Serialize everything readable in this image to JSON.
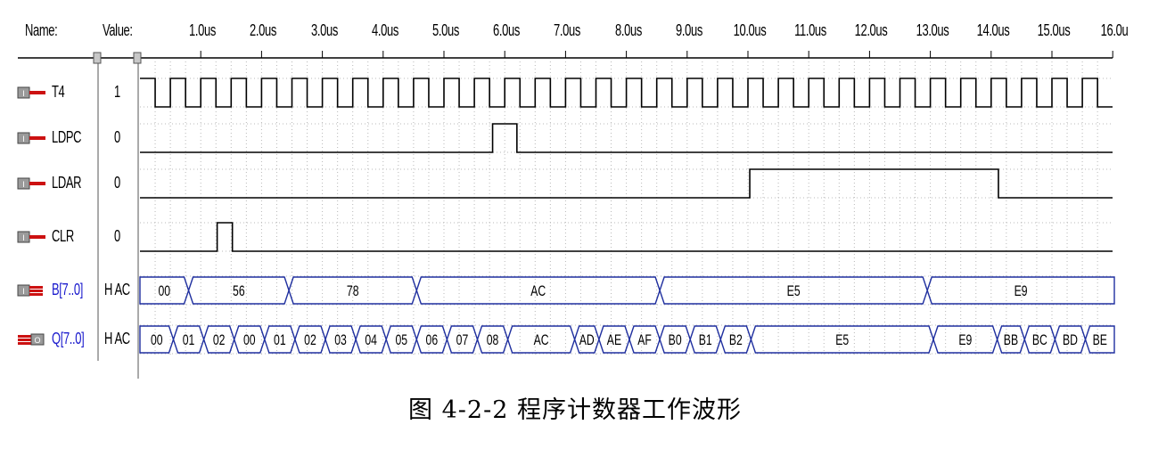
{
  "header": {
    "name_label": "Name:",
    "value_label": "Value:"
  },
  "time_axis": {
    "unit": "us",
    "range_us": [
      0,
      16.0
    ],
    "labels": [
      "1.0us",
      "2.0us",
      "3.0us",
      "4.0us",
      "5.0us",
      "6.0us",
      "7.0us",
      "8.0us",
      "9.0us",
      "10.0us",
      "11.0us",
      "12.0us",
      "13.0us",
      "14.0us",
      "15.0us",
      "16.0u"
    ]
  },
  "signals": [
    {
      "name": "T4",
      "value": "1",
      "kind": "input",
      "type": "clock",
      "period_us": 0.5,
      "high_first_us": 0.25
    },
    {
      "name": "LDPC",
      "value": "0",
      "kind": "input",
      "type": "pulse",
      "pulses_us": [
        [
          5.8,
          6.2
        ]
      ]
    },
    {
      "name": "LDAR",
      "value": "0",
      "kind": "input",
      "type": "pulse",
      "pulses_us": [
        [
          10.03,
          14.12
        ]
      ]
    },
    {
      "name": "CLR",
      "value": "0",
      "kind": "input",
      "type": "pulse",
      "pulses_us": [
        [
          1.27,
          1.52
        ]
      ]
    },
    {
      "name": "B[7..0]",
      "value": "H AC",
      "kind": "input-bus",
      "type": "bus",
      "segments": [
        {
          "start_us": 0.0,
          "end_us": 0.8,
          "label": "00"
        },
        {
          "start_us": 0.8,
          "end_us": 2.45,
          "label": "56"
        },
        {
          "start_us": 2.45,
          "end_us": 4.55,
          "label": "78"
        },
        {
          "start_us": 4.55,
          "end_us": 8.55,
          "label": "AC"
        },
        {
          "start_us": 8.55,
          "end_us": 12.95,
          "label": "E5"
        },
        {
          "start_us": 12.95,
          "end_us": 16.2,
          "label": "E9"
        }
      ]
    },
    {
      "name": "Q[7..0]",
      "value": "H AC",
      "kind": "output-bus",
      "type": "bus",
      "segments": [
        {
          "start_us": 0.0,
          "end_us": 0.55,
          "label": "00"
        },
        {
          "start_us": 0.55,
          "end_us": 1.05,
          "label": "01"
        },
        {
          "start_us": 1.05,
          "end_us": 1.55,
          "label": "02"
        },
        {
          "start_us": 1.55,
          "end_us": 2.05,
          "label": "00"
        },
        {
          "start_us": 2.05,
          "end_us": 2.55,
          "label": "01"
        },
        {
          "start_us": 2.55,
          "end_us": 3.05,
          "label": "02"
        },
        {
          "start_us": 3.05,
          "end_us": 3.55,
          "label": "03"
        },
        {
          "start_us": 3.55,
          "end_us": 4.05,
          "label": "04"
        },
        {
          "start_us": 4.05,
          "end_us": 4.55,
          "label": "05"
        },
        {
          "start_us": 4.55,
          "end_us": 5.05,
          "label": "06"
        },
        {
          "start_us": 5.05,
          "end_us": 5.55,
          "label": "07"
        },
        {
          "start_us": 5.55,
          "end_us": 6.05,
          "label": "08"
        },
        {
          "start_us": 6.05,
          "end_us": 7.15,
          "label": "AC"
        },
        {
          "start_us": 7.15,
          "end_us": 7.55,
          "label": "AD"
        },
        {
          "start_us": 7.55,
          "end_us": 8.05,
          "label": "AE"
        },
        {
          "start_us": 8.05,
          "end_us": 8.55,
          "label": "AF"
        },
        {
          "start_us": 8.55,
          "end_us": 9.05,
          "label": "B0"
        },
        {
          "start_us": 9.05,
          "end_us": 9.55,
          "label": "B1"
        },
        {
          "start_us": 9.55,
          "end_us": 10.05,
          "label": "B2"
        },
        {
          "start_us": 10.05,
          "end_us": 13.05,
          "label": "E5"
        },
        {
          "start_us": 13.05,
          "end_us": 14.1,
          "label": "E9"
        },
        {
          "start_us": 14.1,
          "end_us": 14.55,
          "label": "BB"
        },
        {
          "start_us": 14.55,
          "end_us": 15.05,
          "label": "BC"
        },
        {
          "start_us": 15.05,
          "end_us": 15.55,
          "label": "BD"
        },
        {
          "start_us": 15.55,
          "end_us": 16.2,
          "label": "BE"
        }
      ]
    }
  ],
  "colors": {
    "input_signal_text": "#000000",
    "bus_input_text": "#1a1acd",
    "bus_output_text": "#1a1acd",
    "bus_outline": "#1f2f9f",
    "wave_line": "#000000",
    "grid_dots": "#b8b8b8",
    "icon_red": "#cc1111",
    "icon_gray": "#8a8a8a"
  },
  "caption": "图 4-2-2 程序计数器工作波形"
}
